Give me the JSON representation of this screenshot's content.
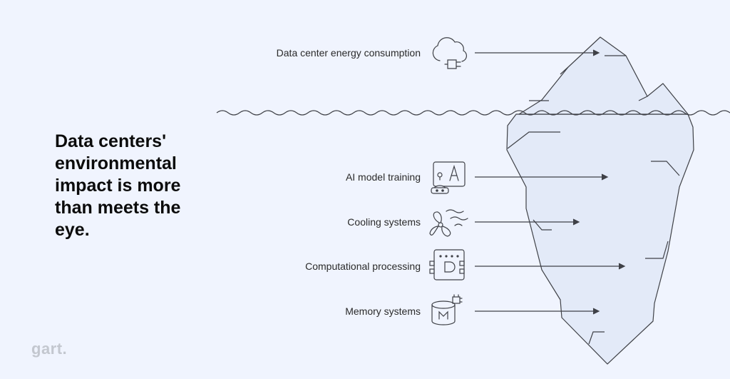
{
  "headline": [
    "Data centers'",
    "environmental",
    "impact is more",
    "than meets the",
    "eye."
  ],
  "items": [
    {
      "label": "Data center energy consumption",
      "icon": "cloud-plug-icon"
    },
    {
      "label": "AI model training",
      "icon": "ai-robot-icon"
    },
    {
      "label": "Cooling systems",
      "icon": "fan-icon"
    },
    {
      "label": "Computational processing",
      "icon": "processor-chip-icon"
    },
    {
      "label": "Memory systems",
      "icon": "memory-database-icon"
    }
  ],
  "logo": "gart.",
  "colors": {
    "background": "#f0f4fe",
    "ice": "#e3eaf8",
    "line": "#3f4147",
    "text": "#2a2a2a"
  }
}
